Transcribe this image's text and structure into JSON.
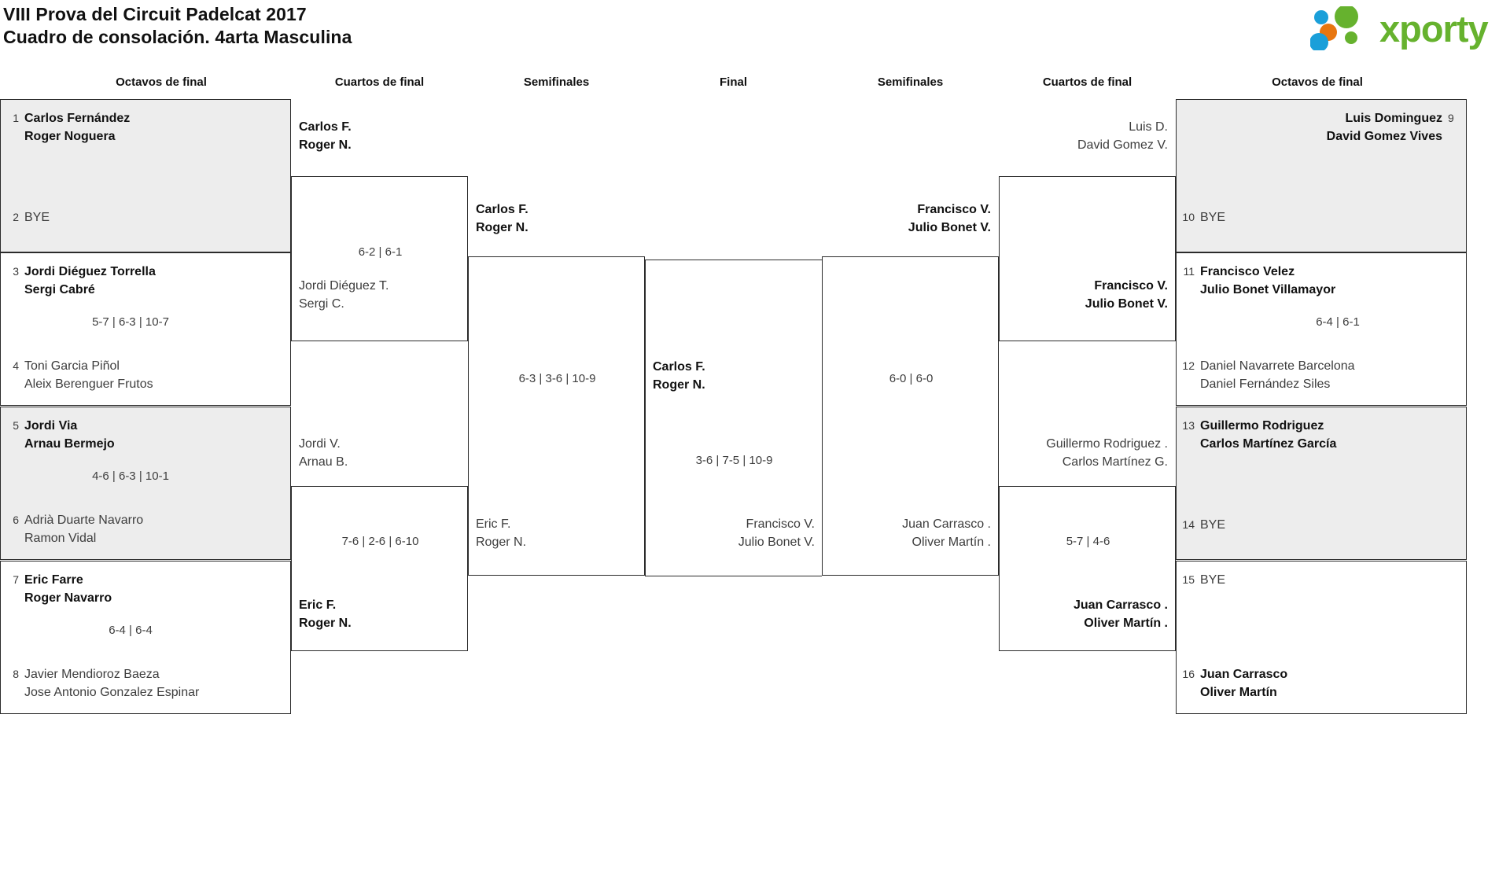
{
  "header": {
    "title_line1": "VIII Prova del Circuit Padelcat 2017",
    "title_line2": "Cuadro de consolación. 4arta Masculina",
    "logo_text": "xporty",
    "logo_colors": {
      "green": "#66b22e",
      "blue": "#1a9fd9",
      "orange": "#e8760f"
    }
  },
  "round_headers": {
    "left_r16": "Octavos de final",
    "left_qf": "Cuartos de final",
    "left_sf": "Semifinales",
    "final": "Final",
    "right_sf": "Semifinales",
    "right_qf": "Cuartos de final",
    "right_r16": "Octavos de final"
  },
  "chart_data": {
    "type": "bracket",
    "title": "VIII Prova del Circuit Padelcat 2017 — Cuadro de consolación. 4arta Masculina",
    "rounds": [
      "Octavos de final",
      "Cuartos de final",
      "Semifinales",
      "Final"
    ],
    "draw_size": 16
  },
  "left": {
    "r16": [
      {
        "top": {
          "seed": "1",
          "line1": "Carlos Fernández",
          "line2": "Roger Noguera",
          "winner": true
        },
        "bottom": {
          "seed": "2",
          "line1": "BYE",
          "line2": "",
          "winner": false
        },
        "score": "",
        "shaded": true
      },
      {
        "top": {
          "seed": "3",
          "line1": "Jordi Diéguez Torrella",
          "line2": "Sergi Cabré",
          "winner": true
        },
        "bottom": {
          "seed": "4",
          "line1": "Toni Garcia Piñol",
          "line2": "Aleix Berenguer Frutos",
          "winner": false
        },
        "score": "5-7 | 6-3 | 10-7",
        "shaded": false
      },
      {
        "top": {
          "seed": "5",
          "line1": "Jordi Via",
          "line2": "Arnau Bermejo",
          "winner": true
        },
        "bottom": {
          "seed": "6",
          "line1": "Adrià Duarte Navarro",
          "line2": "Ramon Vidal",
          "winner": false
        },
        "score": "4-6 | 6-3 | 10-1",
        "shaded": true
      },
      {
        "top": {
          "seed": "7",
          "line1": "Eric Farre",
          "line2": "Roger Navarro",
          "winner": true
        },
        "bottom": {
          "seed": "8",
          "line1": "Javier Mendioroz Baeza",
          "line2": "Jose Antonio Gonzalez Espinar",
          "winner": false
        },
        "score": "6-4 | 6-4",
        "shaded": false
      }
    ],
    "qf": [
      {
        "top": {
          "line1": "Carlos F.",
          "line2": "Roger N.",
          "winner": true
        },
        "bottom": {
          "line1": "Jordi Diéguez T.",
          "line2": "Sergi C.",
          "winner": false
        },
        "score": "6-2 | 6-1"
      },
      {
        "top": {
          "line1": "Jordi V.",
          "line2": "Arnau B.",
          "winner": false
        },
        "bottom": {
          "line1": "Eric F.",
          "line2": "Roger N.",
          "winner": true
        },
        "score": "7-6 | 2-6 | 6-10"
      }
    ],
    "sf": [
      {
        "top": {
          "line1": "Carlos F.",
          "line2": "Roger N.",
          "winner": true
        },
        "bottom": {
          "line1": "Eric F.",
          "line2": "Roger N.",
          "winner": false
        },
        "score": "6-3 | 3-6 | 10-9"
      }
    ]
  },
  "final": {
    "top": {
      "line1": "Carlos F.",
      "line2": "Roger N.",
      "winner": true
    },
    "bottom": {
      "line1": "Francisco V.",
      "line2": "Julio Bonet V.",
      "winner": false
    },
    "score": "3-6 | 7-5 | 10-9"
  },
  "right": {
    "sf": [
      {
        "top": {
          "line1": "Francisco V.",
          "line2": "Julio Bonet V.",
          "winner": true
        },
        "bottom": {
          "line1": "Juan Carrasco .",
          "line2": "Oliver Martín .",
          "winner": false
        },
        "score": "6-0 | 6-0"
      }
    ],
    "qf": [
      {
        "top": {
          "line1": "Luis D.",
          "line2": "David Gomez V.",
          "winner": false
        },
        "bottom": {
          "line1": "Francisco V.",
          "line2": "Julio Bonet V.",
          "winner": true
        },
        "score": ""
      },
      {
        "top": {
          "line1": "Guillermo Rodriguez .",
          "line2": "Carlos Martínez G.",
          "winner": false
        },
        "bottom": {
          "line1": "Juan Carrasco .",
          "line2": "Oliver Martín .",
          "winner": true
        },
        "score": "5-7 | 4-6"
      }
    ],
    "r16": [
      {
        "top": {
          "seed": "9",
          "line1": "Luis Dominguez",
          "line2": "David Gomez Vives",
          "winner": true
        },
        "bottom": {
          "seed": "10",
          "line1": "BYE",
          "line2": "",
          "winner": false
        },
        "score": "",
        "shaded": true
      },
      {
        "top": {
          "seed": "11",
          "line1": "Francisco Velez",
          "line2": "Julio Bonet Villamayor",
          "winner": true
        },
        "bottom": {
          "seed": "12",
          "line1": "Daniel Navarrete Barcelona",
          "line2": "Daniel Fernández Siles",
          "winner": false
        },
        "score": "6-4 | 6-1",
        "shaded": false
      },
      {
        "top": {
          "seed": "13",
          "line1": "Guillermo Rodriguez",
          "line2": "Carlos Martínez García",
          "winner": true
        },
        "bottom": {
          "seed": "14",
          "line1": "BYE",
          "line2": "",
          "winner": false
        },
        "score": "",
        "shaded": true
      },
      {
        "top": {
          "seed": "15",
          "line1": "BYE",
          "line2": "",
          "winner": false
        },
        "bottom": {
          "seed": "16",
          "line1": "Juan Carrasco",
          "line2": "Oliver Martín",
          "winner": true
        },
        "score": "",
        "shaded": false
      }
    ]
  }
}
